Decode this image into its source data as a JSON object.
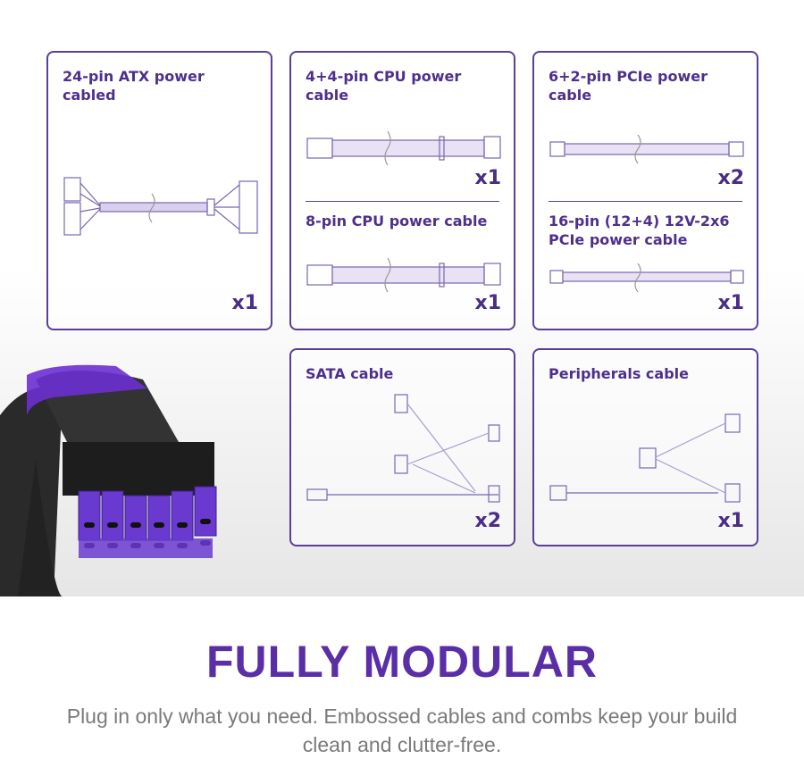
{
  "cards": [
    {
      "label": "24-pin ATX power cabled",
      "qty": "x1"
    },
    {
      "label": "4+4-pin CPU power cable",
      "qty": "x1",
      "label2": "8-pin CPU power cable",
      "qty2": "x1"
    },
    {
      "label": "6+2-pin PCIe power cable",
      "qty": "x2",
      "label2": "16-pin (12+4) 12V-2x6 PCIe power cable",
      "qty2": "x1"
    },
    {
      "label": "SATA cable",
      "qty": "x2"
    },
    {
      "label": "Peripherals cable",
      "qty": "x1"
    }
  ],
  "headline": "FULLY MODULAR",
  "subtitle": "Plug in only what you need. Embossed cables and combs keep your build clean and clutter-free.",
  "colors": {
    "accent": "#5a2ea6",
    "border": "#5b3f95"
  }
}
